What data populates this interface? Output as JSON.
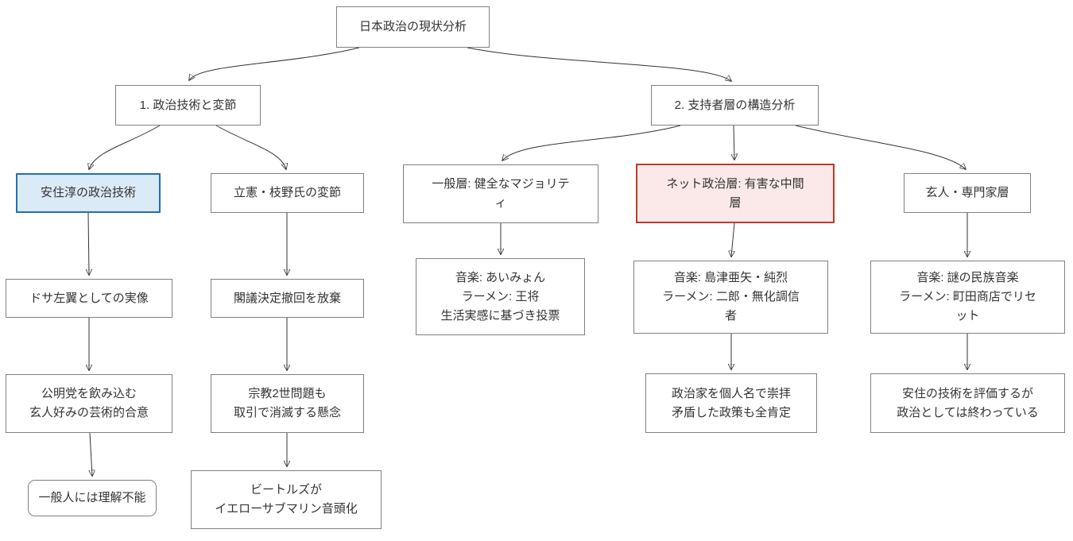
{
  "diagram": {
    "type": "flowchart",
    "direction": "top-down",
    "nodes": {
      "root": {
        "label": "日本政治の現状分析",
        "style": "default"
      },
      "n1": {
        "label": "1. 政治技術と変節",
        "style": "default"
      },
      "n2": {
        "label": "2. 支持者層の構造分析",
        "style": "default"
      },
      "a1": {
        "label": "安住淳の政治技術",
        "style": "highlight-blue"
      },
      "b1": {
        "label": "立憲・枝野氏の変節",
        "style": "default"
      },
      "c1": {
        "label": "一般層: 健全なマジョリティ",
        "style": "default"
      },
      "d1": {
        "label": "ネット政治層: 有害な中間層",
        "style": "highlight-red"
      },
      "e1": {
        "label": "玄人・専門家層",
        "style": "default"
      },
      "a2": {
        "label": "ドサ左翼としての実像",
        "style": "default"
      },
      "b2": {
        "label": "閣議決定撤回を放棄",
        "style": "default"
      },
      "c2": {
        "label": "音楽: あいみょん\nラーメン: 王将\n生活実感に基づき投票",
        "style": "default"
      },
      "d2": {
        "label": "音楽: 島津亜矢・純烈\nラーメン: 二郎・無化調信者",
        "style": "default"
      },
      "e2": {
        "label": "音楽: 謎の民族音楽\nラーメン: 町田商店でリセット",
        "style": "default"
      },
      "a3": {
        "label": "公明党を飲み込む\n玄人好みの芸術的合意",
        "style": "default"
      },
      "b3": {
        "label": "宗教2世問題も\n取引で消滅する懸念",
        "style": "default"
      },
      "d3": {
        "label": "政治家を個人名で崇拝\n矛盾した政策も全肯定",
        "style": "default"
      },
      "e3": {
        "label": "安住の技術を評価するが\n政治としては終わっている",
        "style": "default"
      },
      "a4": {
        "label": "一般人には理解不能",
        "style": "rounded"
      },
      "b4": {
        "label": "ビートルズが\nイエローサブマリン音頭化",
        "style": "default"
      }
    },
    "edges": [
      {
        "from": "root",
        "to": "n1"
      },
      {
        "from": "root",
        "to": "n2"
      },
      {
        "from": "n1",
        "to": "a1"
      },
      {
        "from": "n1",
        "to": "b1"
      },
      {
        "from": "n2",
        "to": "c1"
      },
      {
        "from": "n2",
        "to": "d1"
      },
      {
        "from": "n2",
        "to": "e1"
      },
      {
        "from": "a1",
        "to": "a2"
      },
      {
        "from": "a2",
        "to": "a3"
      },
      {
        "from": "a3",
        "to": "a4"
      },
      {
        "from": "b1",
        "to": "b2"
      },
      {
        "from": "b2",
        "to": "b3"
      },
      {
        "from": "b3",
        "to": "b4"
      },
      {
        "from": "c1",
        "to": "c2"
      },
      {
        "from": "d1",
        "to": "d2"
      },
      {
        "from": "d2",
        "to": "d3"
      },
      {
        "from": "e1",
        "to": "e2"
      },
      {
        "from": "e2",
        "to": "e3"
      }
    ],
    "colors": {
      "page_bg": "#ffffff",
      "node_fill": "#ffffff",
      "node_border": "#808080",
      "node_text": "#333333",
      "edge_stroke": "#333333",
      "highlight_blue_fill": "#dbeaf7",
      "highlight_blue_border": "#2171b5",
      "highlight_red_fill": "#fbe9e9",
      "highlight_red_border": "#c0392b"
    }
  }
}
